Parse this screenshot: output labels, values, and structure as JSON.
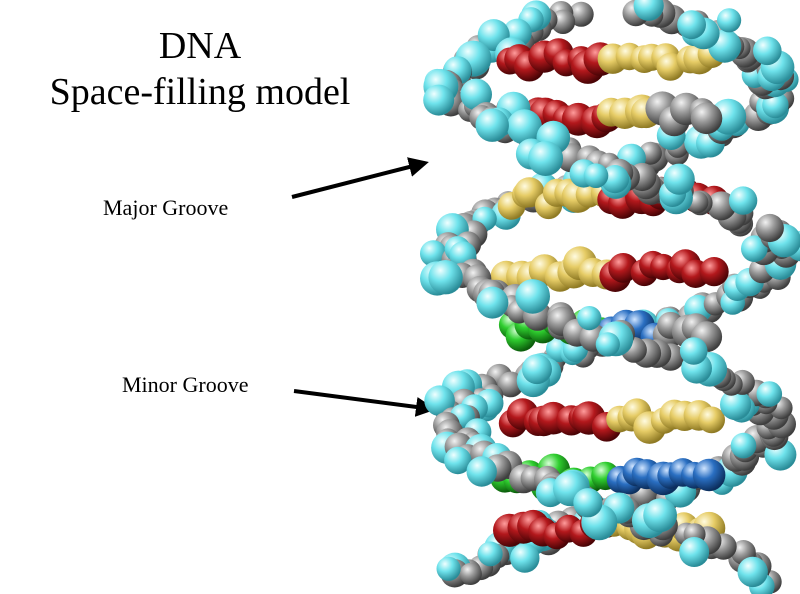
{
  "title": {
    "line1": "DNA",
    "line2": "Space-filling model"
  },
  "labels": {
    "major_groove": "Major Groove",
    "minor_groove": "Minor Groove"
  },
  "colors": {
    "backbone_gray": "#8a8a8a",
    "hydrogen_cyan": "#6fe3ec",
    "oxygen_red": "#b3181c",
    "base_yellow": "#e6cc66",
    "base_blue": "#2a6fc2",
    "base_green": "#2fce2f",
    "arrow": "#000000"
  }
}
